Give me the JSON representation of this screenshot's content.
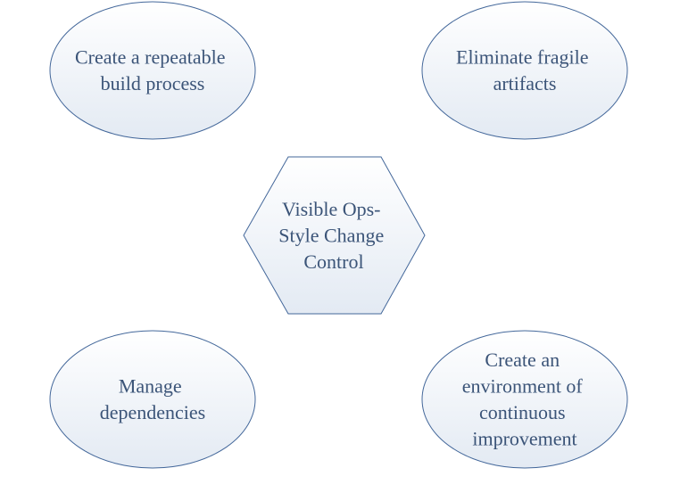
{
  "colors": {
    "fill_light": "#ffffff",
    "fill_dark": "#e3eaf3",
    "stroke": "#43679a",
    "text": "#3b5478"
  },
  "nodes": {
    "top_left": {
      "lines": [
        "Create a repeatable",
        "build process"
      ]
    },
    "top_right": {
      "lines": [
        "Eliminate fragile",
        "artifacts"
      ]
    },
    "center": {
      "lines": [
        "Visible Ops-",
        "Style Change",
        "Control"
      ]
    },
    "bottom_left": {
      "lines": [
        "Manage",
        "dependencies"
      ]
    },
    "bottom_right": {
      "lines": [
        "Create an",
        "environment of",
        "continuous",
        "improvement"
      ]
    }
  }
}
